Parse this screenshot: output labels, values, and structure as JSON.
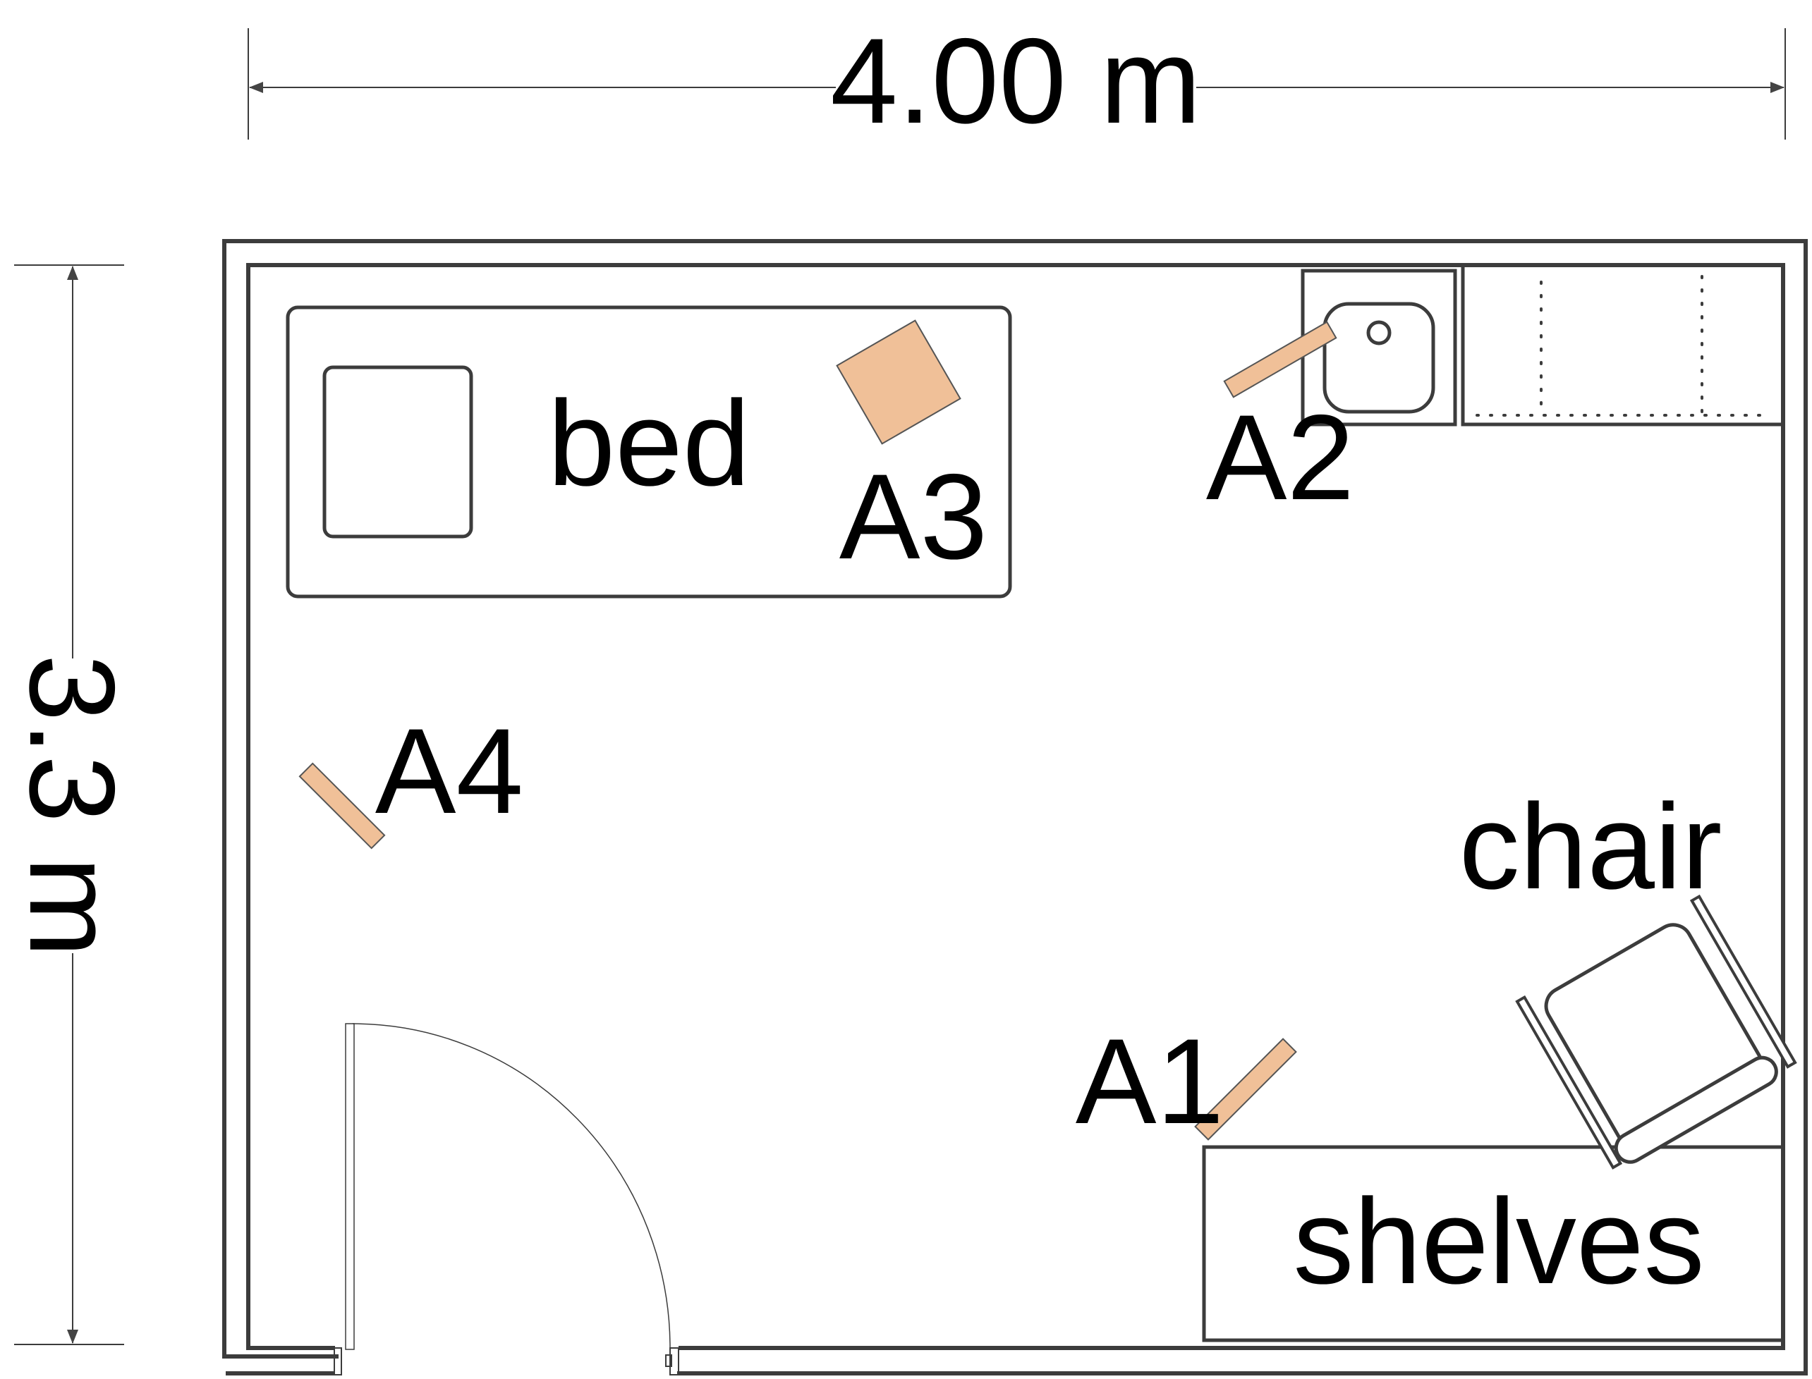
{
  "dimensions": {
    "width": "4.00 m",
    "height": "3.3 m"
  },
  "furniture": {
    "bed": "bed",
    "chair": "chair",
    "shelves": "shelves"
  },
  "sensors": {
    "a1": "A1",
    "a2": "A2",
    "a3": "A3",
    "a4": "A4"
  },
  "colors": {
    "sensor_fill": "#f0c098",
    "wall_stroke": "#3c3c3c",
    "dimension_stroke": "#444444",
    "background": "#ffffff"
  }
}
